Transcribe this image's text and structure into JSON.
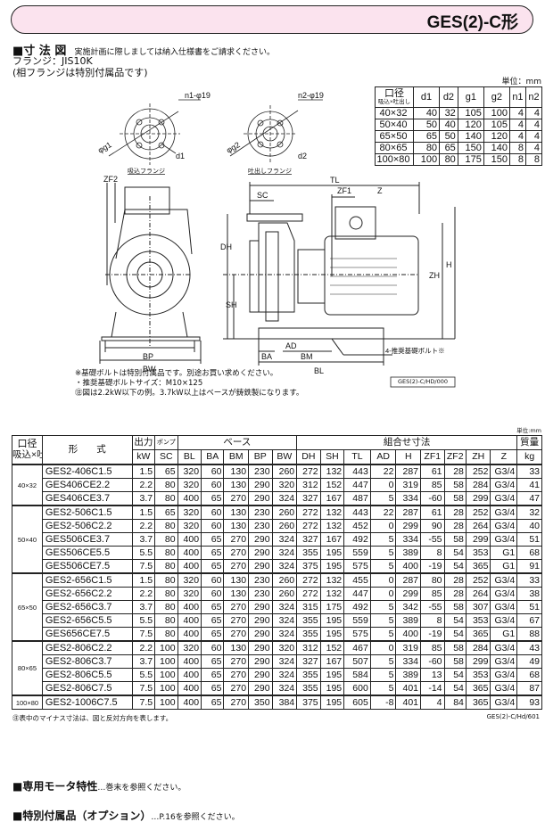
{
  "header": {
    "title": "GES(2)-C形"
  },
  "dimension_section": {
    "heading": "■寸 法 図",
    "note": "実施計画に際しましては納入仕様書をご請求ください。",
    "flange": "フランジ：JIS10K",
    "flange_note": "(相フランジは特別付属品です)"
  },
  "flange_table": {
    "unit": "単位：mm",
    "bore_label": "口径",
    "bore_sub": "吸込×吐出し",
    "headers": [
      "d1",
      "d2",
      "g1",
      "g2",
      "n1",
      "n2"
    ],
    "rows": [
      [
        "40×32",
        "40",
        "32",
        "105",
        "100",
        "4",
        "4"
      ],
      [
        "50×40",
        "50",
        "40",
        "120",
        "105",
        "4",
        "4"
      ],
      [
        "65×50",
        "65",
        "50",
        "140",
        "120",
        "4",
        "4"
      ],
      [
        "80×65",
        "80",
        "65",
        "150",
        "140",
        "8",
        "4"
      ],
      [
        "100×80",
        "100",
        "80",
        "175",
        "150",
        "8",
        "8"
      ]
    ]
  },
  "drawing": {
    "suction_flange": "吸込フランジ",
    "discharge_flange": "吐出しフランジ",
    "n1": "n1-φ19",
    "n2": "n2-φ19",
    "g1": "φg1",
    "g2": "φg2",
    "d1": "d1",
    "d2": "d2",
    "labels": {
      "ZF2": "ZF2",
      "TL": "TL",
      "SC": "SC",
      "ZF1": "ZF1",
      "Z": "Z",
      "DH": "DH",
      "SH": "SH",
      "H": "H",
      "ZH": "ZH",
      "AD": "AD",
      "BA": "BA",
      "BM": "BM",
      "BL": "BL",
      "BP": "BP",
      "BW": "BW"
    },
    "bolt_label": "4-推奨基礎ボルト※",
    "drawing_code": "GES(2)-C/HD/000"
  },
  "notes": [
    "※基礎ボルトは特別付属品です。別途お買い求めください。",
    "・推奨基礎ボルトサイズ：M10×125",
    "㊟図は2.2kW以下の例。3.7kW以上はベースが鋳鉄製になります。"
  ],
  "main_table": {
    "unit": "単位:mm",
    "h1": {
      "bore": "口径",
      "bore_sub": "吸込×吐出し",
      "model": "形　　式",
      "output": "出力",
      "pump": "ポンプ",
      "base": "ベース",
      "combo": "組合せ寸法",
      "mass": "質量"
    },
    "h2": [
      "kW",
      "SC",
      "BL",
      "BA",
      "BM",
      "BP",
      "BW",
      "DH",
      "SH",
      "TL",
      "AD",
      "H",
      "ZF1",
      "ZF2",
      "ZH",
      "Z",
      "kg"
    ],
    "groups": [
      {
        "bore": "40×32",
        "rows": [
          [
            "GES2-406C1.5",
            "1.5",
            "65",
            "320",
            "60",
            "130",
            "230",
            "260",
            "272",
            "132",
            "443",
            "22",
            "287",
            "61",
            "28",
            "252",
            "G3/4",
            "33"
          ],
          [
            "GES406CE2.2",
            "2.2",
            "80",
            "320",
            "60",
            "130",
            "290",
            "320",
            "312",
            "152",
            "447",
            "0",
            "319",
            "85",
            "58",
            "284",
            "G3/4",
            "41"
          ],
          [
            "GES406CE3.7",
            "3.7",
            "80",
            "400",
            "65",
            "270",
            "290",
            "324",
            "327",
            "167",
            "487",
            "5",
            "334",
            "-60",
            "58",
            "299",
            "G3/4",
            "47"
          ]
        ]
      },
      {
        "bore": "50×40",
        "rows": [
          [
            "GES2-506C1.5",
            "1.5",
            "65",
            "320",
            "60",
            "130",
            "230",
            "260",
            "272",
            "132",
            "443",
            "22",
            "287",
            "61",
            "28",
            "252",
            "G3/4",
            "32"
          ],
          [
            "GES2-506C2.2",
            "2.2",
            "80",
            "320",
            "60",
            "130",
            "230",
            "260",
            "272",
            "132",
            "452",
            "0",
            "299",
            "90",
            "28",
            "264",
            "G3/4",
            "40"
          ],
          [
            "GES506CE3.7",
            "3.7",
            "80",
            "400",
            "65",
            "270",
            "290",
            "324",
            "327",
            "167",
            "492",
            "5",
            "334",
            "-55",
            "58",
            "299",
            "G3/4",
            "51"
          ],
          [
            "GES506CE5.5",
            "5.5",
            "80",
            "400",
            "65",
            "270",
            "290",
            "324",
            "355",
            "195",
            "559",
            "5",
            "389",
            "8",
            "54",
            "353",
            "G1",
            "68"
          ],
          [
            "GES506CE7.5",
            "7.5",
            "80",
            "400",
            "65",
            "270",
            "290",
            "324",
            "375",
            "195",
            "575",
            "5",
            "400",
            "-19",
            "54",
            "365",
            "G1",
            "91"
          ]
        ]
      },
      {
        "bore": "65×50",
        "rows": [
          [
            "GES2-656C1.5",
            "1.5",
            "80",
            "320",
            "60",
            "130",
            "230",
            "260",
            "272",
            "132",
            "455",
            "0",
            "287",
            "80",
            "28",
            "252",
            "G3/4",
            "33"
          ],
          [
            "GES2-656C2.2",
            "2.2",
            "80",
            "320",
            "60",
            "130",
            "230",
            "260",
            "272",
            "132",
            "447",
            "0",
            "299",
            "85",
            "28",
            "264",
            "G3/4",
            "38"
          ],
          [
            "GES2-656C3.7",
            "3.7",
            "80",
            "400",
            "65",
            "270",
            "290",
            "324",
            "315",
            "175",
            "492",
            "5",
            "342",
            "-55",
            "58",
            "307",
            "G3/4",
            "51"
          ],
          [
            "GES2-656C5.5",
            "5.5",
            "80",
            "400",
            "65",
            "270",
            "290",
            "324",
            "355",
            "195",
            "559",
            "5",
            "389",
            "8",
            "54",
            "353",
            "G3/4",
            "67"
          ],
          [
            "GES656CE7.5",
            "7.5",
            "80",
            "400",
            "65",
            "270",
            "290",
            "324",
            "355",
            "195",
            "575",
            "5",
            "400",
            "-19",
            "54",
            "365",
            "G1",
            "88"
          ]
        ]
      },
      {
        "bore": "80×65",
        "rows": [
          [
            "GES2-806C2.2",
            "2.2",
            "100",
            "320",
            "60",
            "130",
            "290",
            "320",
            "312",
            "152",
            "467",
            "0",
            "319",
            "85",
            "58",
            "284",
            "G3/4",
            "43"
          ],
          [
            "GES2-806C3.7",
            "3.7",
            "100",
            "400",
            "65",
            "270",
            "290",
            "324",
            "327",
            "167",
            "507",
            "5",
            "334",
            "-60",
            "58",
            "299",
            "G3/4",
            "49"
          ],
          [
            "GES2-806C5.5",
            "5.5",
            "100",
            "400",
            "65",
            "270",
            "290",
            "324",
            "355",
            "195",
            "584",
            "5",
            "389",
            "13",
            "54",
            "353",
            "G3/4",
            "68"
          ],
          [
            "GES2-806C7.5",
            "7.5",
            "100",
            "400",
            "65",
            "270",
            "290",
            "324",
            "355",
            "195",
            "600",
            "5",
            "401",
            "-14",
            "54",
            "365",
            "G3/4",
            "87"
          ]
        ]
      },
      {
        "bore": "100×80",
        "rows": [
          [
            "GES2-1006C7.5",
            "7.5",
            "100",
            "400",
            "65",
            "270",
            "350",
            "384",
            "375",
            "195",
            "605",
            "-8",
            "401",
            "4",
            "84",
            "365",
            "G3/4",
            "93"
          ]
        ]
      }
    ],
    "footnote": "㊟表中のマイナス寸法は、図と反対方向を表します。",
    "code": "GES(2)-C/Hd/601"
  },
  "motor_section": {
    "heading": "■専用モータ特性",
    "text": "…巻末を参照ください。"
  },
  "options_section": {
    "heading": "■特別付属品（オプション）",
    "text": "…P.16を参照ください。"
  }
}
